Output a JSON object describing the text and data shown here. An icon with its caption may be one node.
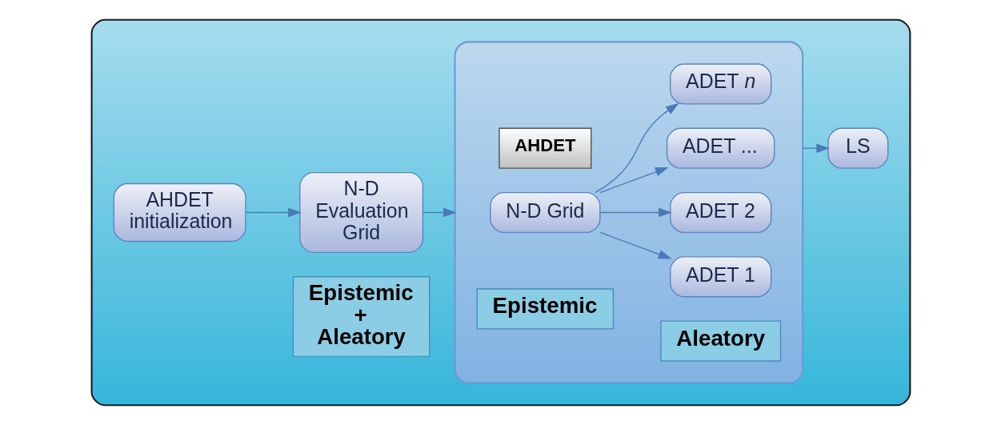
{
  "diagram": {
    "nodes": [
      {
        "text": [],
        "shape": "box"
      },
      {
        "text": [
          "AHDET initialization"
        ],
        "in": 0
      },
      {
        "text": [
          "Epistemic + Aleatory"
        ],
        "in": 0
      },
      {
        "text": [
          "N-D Evaluation Grid"
        ],
        "in": 0
      },
      {
        "text": [],
        "shape": "box",
        "in": 0
      },
      {
        "text": [
          "Epistemic"
        ],
        "in": 4
      },
      {
        "text": [
          "Aleatory"
        ],
        "in": 4
      },
      {
        "text": [
          "N-D Grid"
        ],
        "in": 4
      },
      {
        "text": [
          "ADET 1"
        ],
        "in": 4
      },
      {
        "text": [
          "ADET 2"
        ],
        "in": 4
      },
      {
        "text": [
          "ADET ..."
        ],
        "in": 4
      },
      {
        "text": [
          "ADET *n*"
        ],
        "in": 4
      },
      {
        "text": [
          "AHDET"
        ],
        "in": 4
      },
      {
        "text": [
          "LS"
        ],
        "in": 0
      }
    ],
    "edges": [
      {
        "from": 1,
        "to": 3,
        "arrow": "to"
      },
      {
        "from": 3,
        "to": 4,
        "arrow": "to"
      },
      {
        "from": 7,
        "to": 8,
        "arrow": "to"
      },
      {
        "from": 7,
        "to": 9,
        "arrow": "to"
      },
      {
        "from": 7,
        "to": 10,
        "arrow": "to"
      },
      {
        "from": 7,
        "to": 11,
        "arrow": "to"
      },
      {
        "from": 4,
        "to": 13,
        "arrow": "to"
      }
    ]
  }
}
